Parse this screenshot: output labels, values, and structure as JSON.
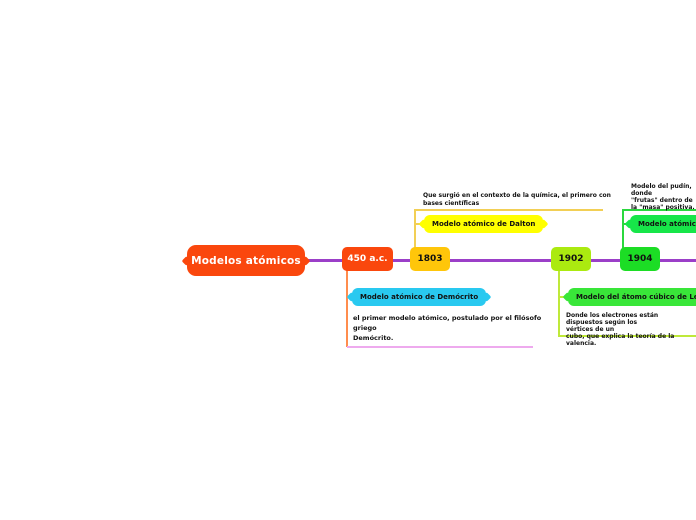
{
  "mindmap": {
    "root_label": "Modelos atómicos",
    "years": [
      "450 a.c.",
      "1803",
      "1902",
      "1904"
    ],
    "dalton": {
      "title": "Modelo atómico de Dalton",
      "description": "Que surgió en el contexto de la química, el primero con\nbases científicas"
    },
    "democrito": {
      "title": "Modelo atómico de Demócrito",
      "description": "el primer modelo atómico, postulado por el filósofo\ngriego\nDemócrito."
    },
    "lewis": {
      "title": "Modelo del átomo cúbico de Lewis",
      "description": "Donde los electrones están dispuestos según los\nvértices de un\ncubo, que explica la teoría de la valencia."
    },
    "thomson": {
      "title": "Modelo atómico de Thomson",
      "description": "Modelo del pudín, donde\n\"frutas\" dentro de\nla \"masa\" positiva."
    }
  },
  "palette": {
    "root": "#fa470d",
    "year_450": "#fa470d",
    "year_1803": "#ffc60a",
    "year_1902": "#abea10",
    "year_1904": "#1cdd25",
    "dalton": "#ffff00",
    "democrito": "#29c9f0",
    "lewis": "#39e639",
    "thomson": "#17e649",
    "main_line": "#9b3fc8",
    "dalton_branch": "#f2cf55",
    "thomson_branch": "#2bd83e",
    "democrito_branch": "#ff8d4e",
    "democrito_underline": "#eeaaee",
    "lewis_branch": "#bfe93a"
  }
}
